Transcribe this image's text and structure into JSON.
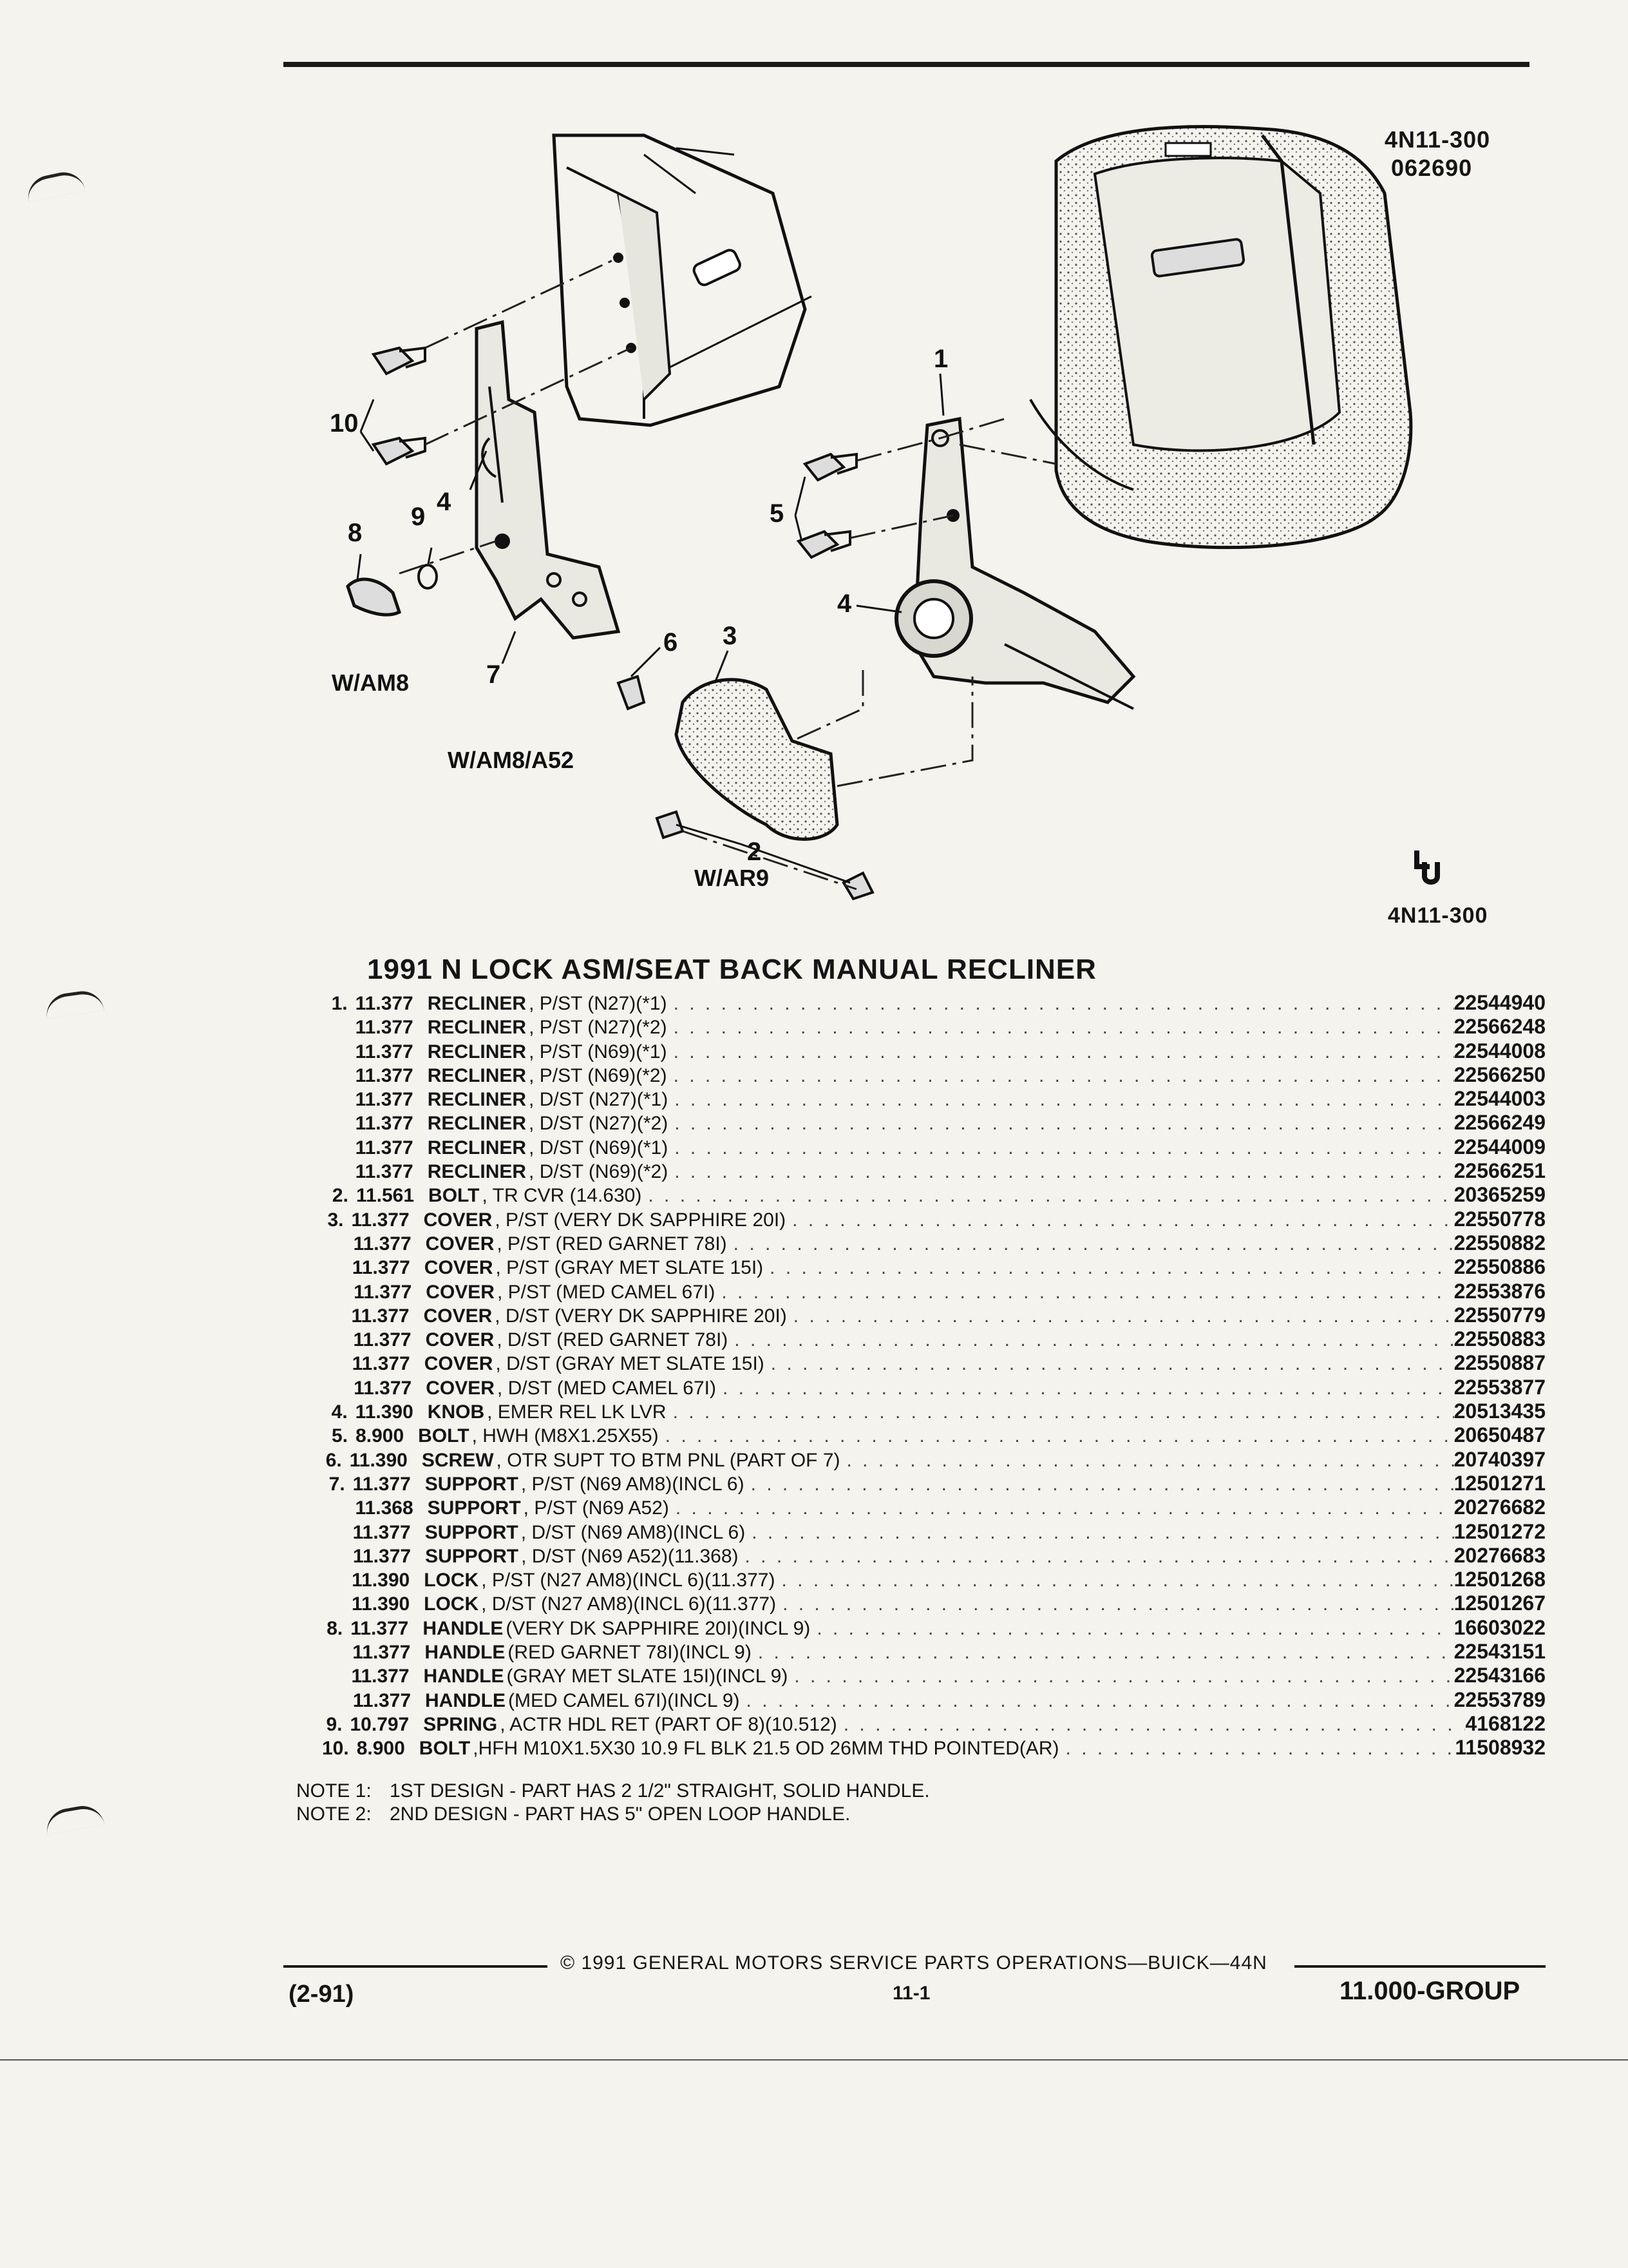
{
  "header": {
    "figure_code_top": "4N11-300",
    "date_code": "062690",
    "figure_code_bottom": "4N11-300"
  },
  "illustration": {
    "callouts": [
      "1",
      "2",
      "3",
      "4",
      "4",
      "5",
      "6",
      "7",
      "8",
      "9",
      "10"
    ],
    "labels": {
      "w_am8": "W/AM8",
      "w_am8_a52": "W/AM8/A52",
      "w_ar9": "W/AR9"
    },
    "logo_icon": "gm-spo-logo"
  },
  "title": "1991 N LOCK ASM/SEAT BACK MANUAL RECLINER",
  "parts": [
    {
      "num": "1.",
      "grp": "11.377",
      "name": "RECLINER",
      "desc": ", P/ST (N27)(*1)",
      "part": "22544940"
    },
    {
      "num": "",
      "grp": "11.377",
      "name": "RECLINER",
      "desc": ", P/ST (N27)(*2)",
      "part": "22566248"
    },
    {
      "num": "",
      "grp": "11.377",
      "name": "RECLINER",
      "desc": ", P/ST (N69)(*1)",
      "part": "22544008"
    },
    {
      "num": "",
      "grp": "11.377",
      "name": "RECLINER",
      "desc": ", P/ST (N69)(*2)",
      "part": "22566250"
    },
    {
      "num": "",
      "grp": "11.377",
      "name": "RECLINER",
      "desc": ", D/ST (N27)(*1)",
      "part": "22544003"
    },
    {
      "num": "",
      "grp": "11.377",
      "name": "RECLINER",
      "desc": ", D/ST (N27)(*2)",
      "part": "22566249"
    },
    {
      "num": "",
      "grp": "11.377",
      "name": "RECLINER",
      "desc": ", D/ST (N69)(*1)",
      "part": "22544009"
    },
    {
      "num": "",
      "grp": "11.377",
      "name": "RECLINER",
      "desc": ", D/ST (N69)(*2)",
      "part": "22566251"
    },
    {
      "num": "2.",
      "grp": "11.561",
      "name": "BOLT",
      "desc": ", TR CVR (14.630)",
      "part": "20365259"
    },
    {
      "num": "3.",
      "grp": "11.377",
      "name": "COVER",
      "desc": ", P/ST (VERY DK SAPPHIRE 20I)",
      "part": "22550778"
    },
    {
      "num": "",
      "grp": "11.377",
      "name": "COVER",
      "desc": ", P/ST (RED GARNET 78I)",
      "part": "22550882"
    },
    {
      "num": "",
      "grp": "11.377",
      "name": "COVER",
      "desc": ", P/ST (GRAY MET SLATE 15I)",
      "part": "22550886"
    },
    {
      "num": "",
      "grp": "11.377",
      "name": "COVER",
      "desc": ", P/ST (MED CAMEL 67I)",
      "part": "22553876"
    },
    {
      "num": "",
      "grp": "11.377",
      "name": "COVER",
      "desc": ", D/ST (VERY DK SAPPHIRE 20I)",
      "part": "22550779"
    },
    {
      "num": "",
      "grp": "11.377",
      "name": "COVER",
      "desc": ", D/ST (RED GARNET 78I)",
      "part": "22550883"
    },
    {
      "num": "",
      "grp": "11.377",
      "name": "COVER",
      "desc": ", D/ST (GRAY MET SLATE 15I)",
      "part": "22550887"
    },
    {
      "num": "",
      "grp": "11.377",
      "name": "COVER",
      "desc": ", D/ST (MED CAMEL 67I)",
      "part": "22553877"
    },
    {
      "num": "4.",
      "grp": "11.390",
      "name": "KNOB",
      "desc": ", EMER REL LK LVR",
      "part": "20513435"
    },
    {
      "num": "5.",
      "grp": "8.900",
      "name": "BOLT",
      "desc": ", HWH (M8X1.25X55)",
      "part": "20650487"
    },
    {
      "num": "6.",
      "grp": "11.390",
      "name": "SCREW",
      "desc": ", OTR SUPT TO BTM PNL (PART OF 7)",
      "part": "20740397"
    },
    {
      "num": "7.",
      "grp": "11.377",
      "name": "SUPPORT",
      "desc": ", P/ST (N69 AM8)(INCL 6)",
      "part": "12501271"
    },
    {
      "num": "",
      "grp": "11.368",
      "name": "SUPPORT",
      "desc": ", P/ST (N69 A52)",
      "part": "20276682"
    },
    {
      "num": "",
      "grp": "11.377",
      "name": "SUPPORT",
      "desc": ", D/ST (N69 AM8)(INCL 6)",
      "part": "12501272"
    },
    {
      "num": "",
      "grp": "11.377",
      "name": "SUPPORT",
      "desc": ", D/ST (N69 A52)(11.368)",
      "part": "20276683"
    },
    {
      "num": "",
      "grp": "11.390",
      "name": "LOCK",
      "desc": ", P/ST (N27 AM8)(INCL 6)(11.377)",
      "part": "12501268"
    },
    {
      "num": "",
      "grp": "11.390",
      "name": "LOCK",
      "desc": ", D/ST (N27 AM8)(INCL 6)(11.377)",
      "part": "12501267"
    },
    {
      "num": "8.",
      "grp": "11.377",
      "name": "HANDLE",
      "desc": "(VERY DK SAPPHIRE 20I)(INCL 9)",
      "part": "16603022"
    },
    {
      "num": "",
      "grp": "11.377",
      "name": "HANDLE",
      "desc": "(RED GARNET 78I)(INCL 9)",
      "part": "22543151"
    },
    {
      "num": "",
      "grp": "11.377",
      "name": "HANDLE",
      "desc": "(GRAY MET SLATE 15I)(INCL 9)",
      "part": "22543166"
    },
    {
      "num": "",
      "grp": "11.377",
      "name": "HANDLE",
      "desc": "(MED CAMEL 67I)(INCL 9)",
      "part": "22553789"
    },
    {
      "num": "9.",
      "grp": "10.797",
      "name": "SPRING",
      "desc": ", ACTR HDL RET (PART OF 8)(10.512)",
      "part": "4168122"
    },
    {
      "num": "10.",
      "grp": "8.900",
      "name": "BOLT",
      "desc": ",HFH M10X1.5X30 10.9 FL BLK 21.5 OD 26MM THD POINTED(AR)",
      "part": "11508932"
    }
  ],
  "notes": [
    {
      "label": "NOTE 1:",
      "text": "1ST DESIGN - PART HAS 2 1/2\" STRAIGHT, SOLID HANDLE."
    },
    {
      "label": "NOTE 2:",
      "text": "2ND DESIGN - PART HAS 5\" OPEN LOOP HANDLE."
    }
  ],
  "footer": {
    "copyright": "© 1991 GENERAL MOTORS SERVICE PARTS OPERATIONS—BUICK—44N",
    "page": "11-1",
    "date": "(2-91)",
    "group": "11.000-GROUP"
  }
}
